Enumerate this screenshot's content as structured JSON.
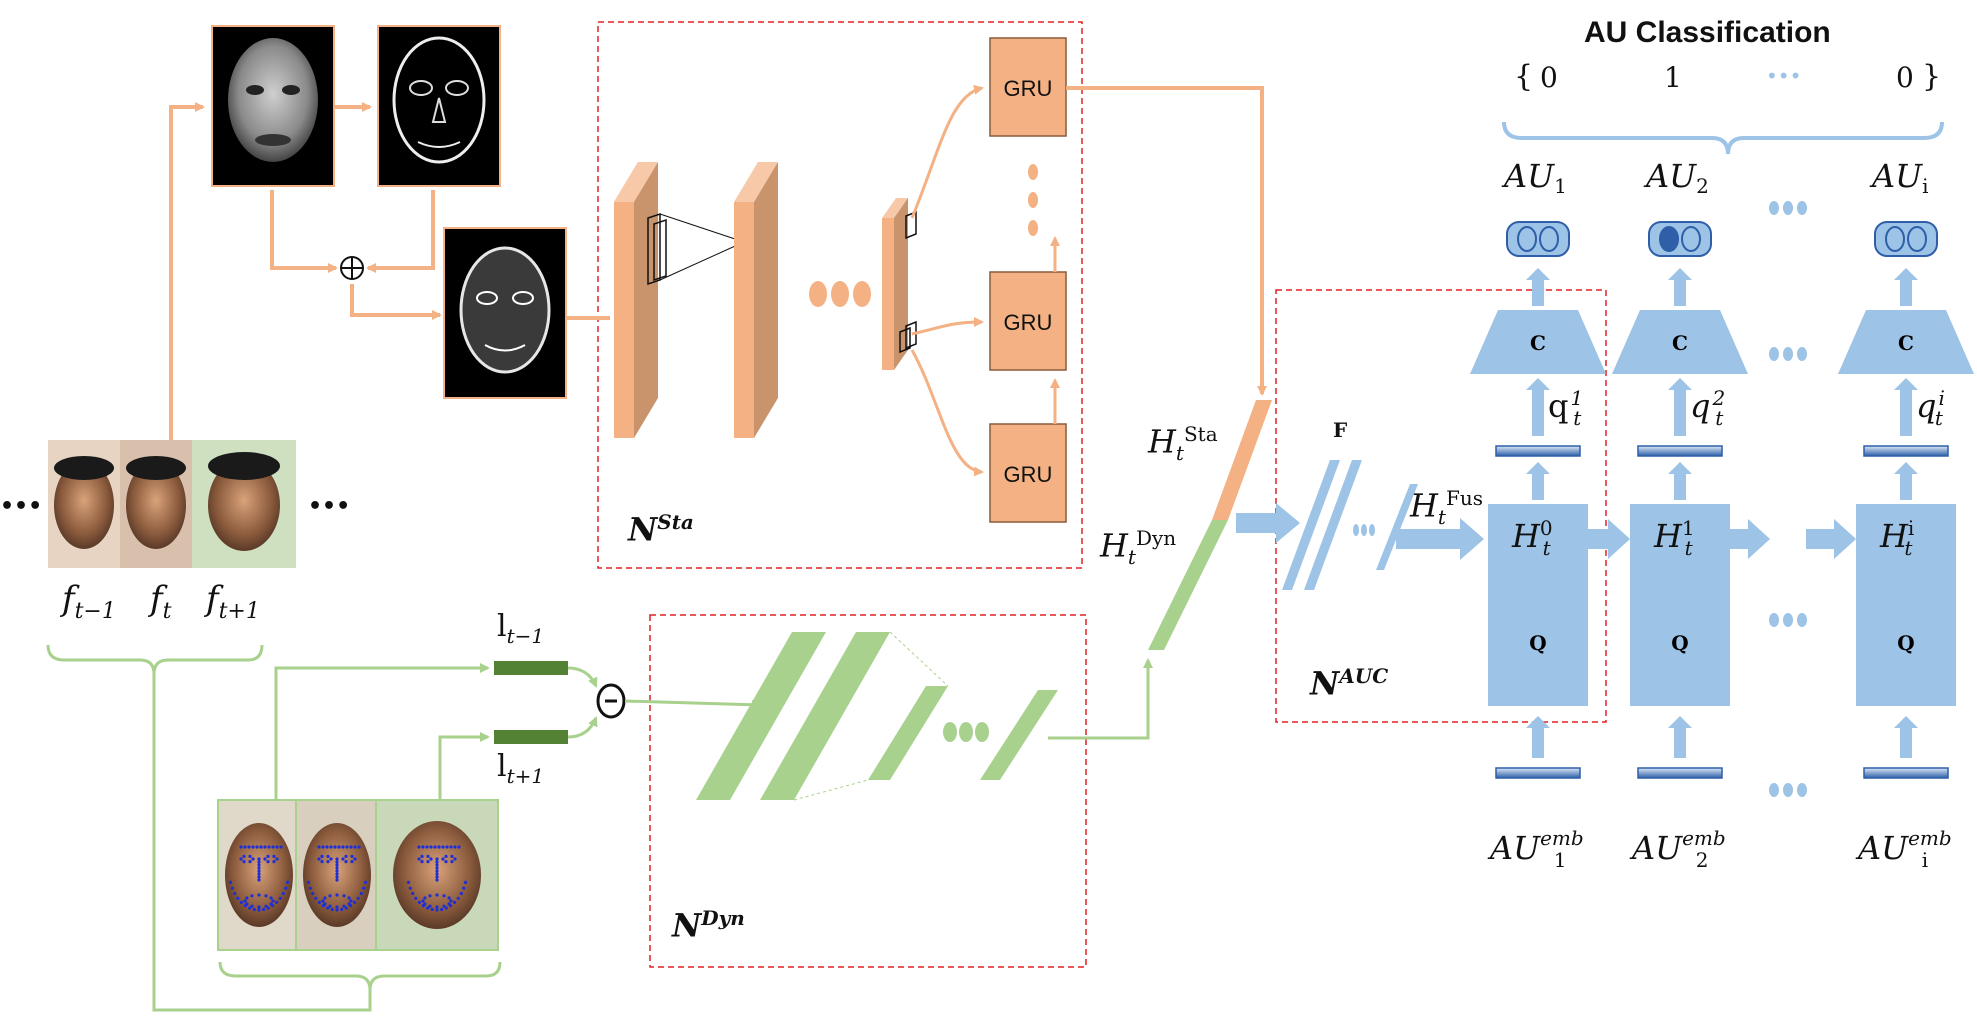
{
  "au_classification": {
    "title": "AU Classification",
    "open_brace": "{",
    "close_brace": "}",
    "values": [
      "0",
      "1",
      "0"
    ],
    "ellipsis": "•••"
  },
  "networks": {
    "static": {
      "symbol": "N",
      "superscript": "Sta"
    },
    "dynamic": {
      "symbol": "N",
      "superscript": "Dyn"
    },
    "auc": {
      "symbol": "N",
      "superscript": "AUC"
    }
  },
  "gru": {
    "label": "GRU"
  },
  "frames": {
    "prev": {
      "base": "f",
      "sub": "t−1"
    },
    "cur": {
      "base": "f",
      "sub": "t"
    },
    "next": {
      "base": "f",
      "sub": "t+1"
    },
    "ellipsis": "•••"
  },
  "landmarks": {
    "prev": {
      "base": "l",
      "sub": "t−1"
    },
    "next": {
      "base": "l",
      "sub": "t+1"
    }
  },
  "features": {
    "static": {
      "base": "H",
      "sub": "t",
      "sup": "Sta"
    },
    "dynamic": {
      "base": "H",
      "sub": "t",
      "sup": "Dyn"
    },
    "fused": {
      "base": "H",
      "sub": "t",
      "sup": "Fus"
    },
    "fusion_label": "F"
  },
  "au_columns": [
    {
      "name": "AU",
      "index": "1",
      "hidden_sup": "0",
      "q_sup": "1",
      "q_base": "q",
      "emb_sub": "1"
    },
    {
      "name": "AU",
      "index": "2",
      "hidden_sup": "1",
      "q_sup": "2",
      "q_base": "q",
      "emb_sub": "2"
    },
    {
      "name": "AU",
      "index": "i",
      "hidden_sup": "i",
      "q_sup": "i",
      "q_base": "q",
      "emb_sub": "i"
    }
  ],
  "blocks": {
    "classifier": "C",
    "query": "Q",
    "emb_sup": "emb",
    "hidden_base": "H",
    "hidden_sub": "t"
  },
  "operators": {
    "plus": "⊕",
    "minus": "−"
  },
  "colors": {
    "static_path": "#f4b183",
    "static_fill": "#f4b183",
    "conv_face": "#c9936c",
    "dynamic_path": "#a9d18e",
    "dynamic_dark": "#548235",
    "auc_path": "#9dc3e6",
    "auc_fill": "#9dc3e6",
    "dashed_box": "#e02020"
  }
}
